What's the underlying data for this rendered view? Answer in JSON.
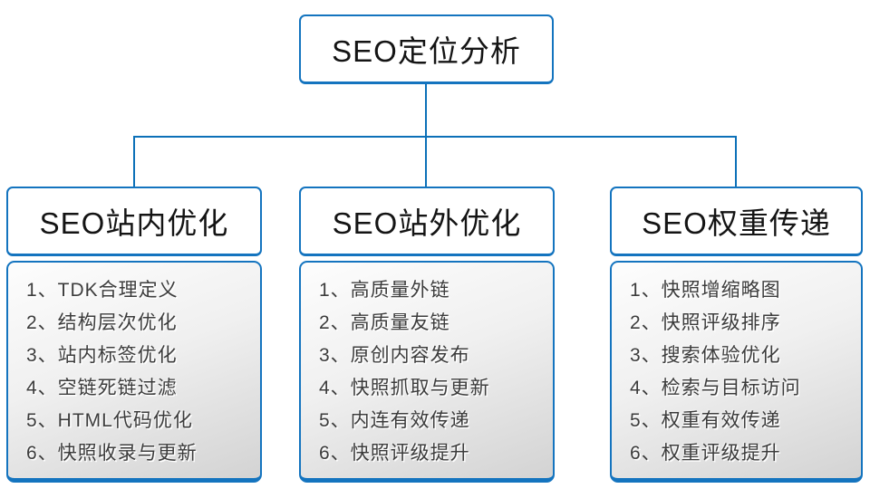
{
  "colors": {
    "connector": "#0c70b8",
    "node_border": "#1474bf",
    "panel_top": "#fdfdfd",
    "panel_mid": "#f0f0f0",
    "panel_bottom": "#d3d3d3",
    "title_text": "#141414",
    "item_text": "#3c3c3c"
  },
  "diagram": {
    "root": {
      "title": "SEO定位分析"
    },
    "branches": [
      {
        "title": "SEO站内优化",
        "items": [
          "1、TDK合理定义",
          "2、结构层次优化",
          "3、站内标签优化",
          "4、空链死链过滤",
          "5、HTML代码优化",
          "6、快照收录与更新"
        ]
      },
      {
        "title": "SEO站外优化",
        "items": [
          "1、高质量外链",
          "2、高质量友链",
          "3、原创内容发布",
          "4、快照抓取与更新",
          "5、内连有效传递",
          "6、快照评级提升"
        ]
      },
      {
        "title": "SEO权重传递",
        "items": [
          "1、快照增缩略图",
          "2、快照评级排序",
          "3、搜索体验优化",
          "4、检索与目标访问",
          "5、权重有效传递",
          "6、权重评级提升"
        ]
      }
    ]
  }
}
